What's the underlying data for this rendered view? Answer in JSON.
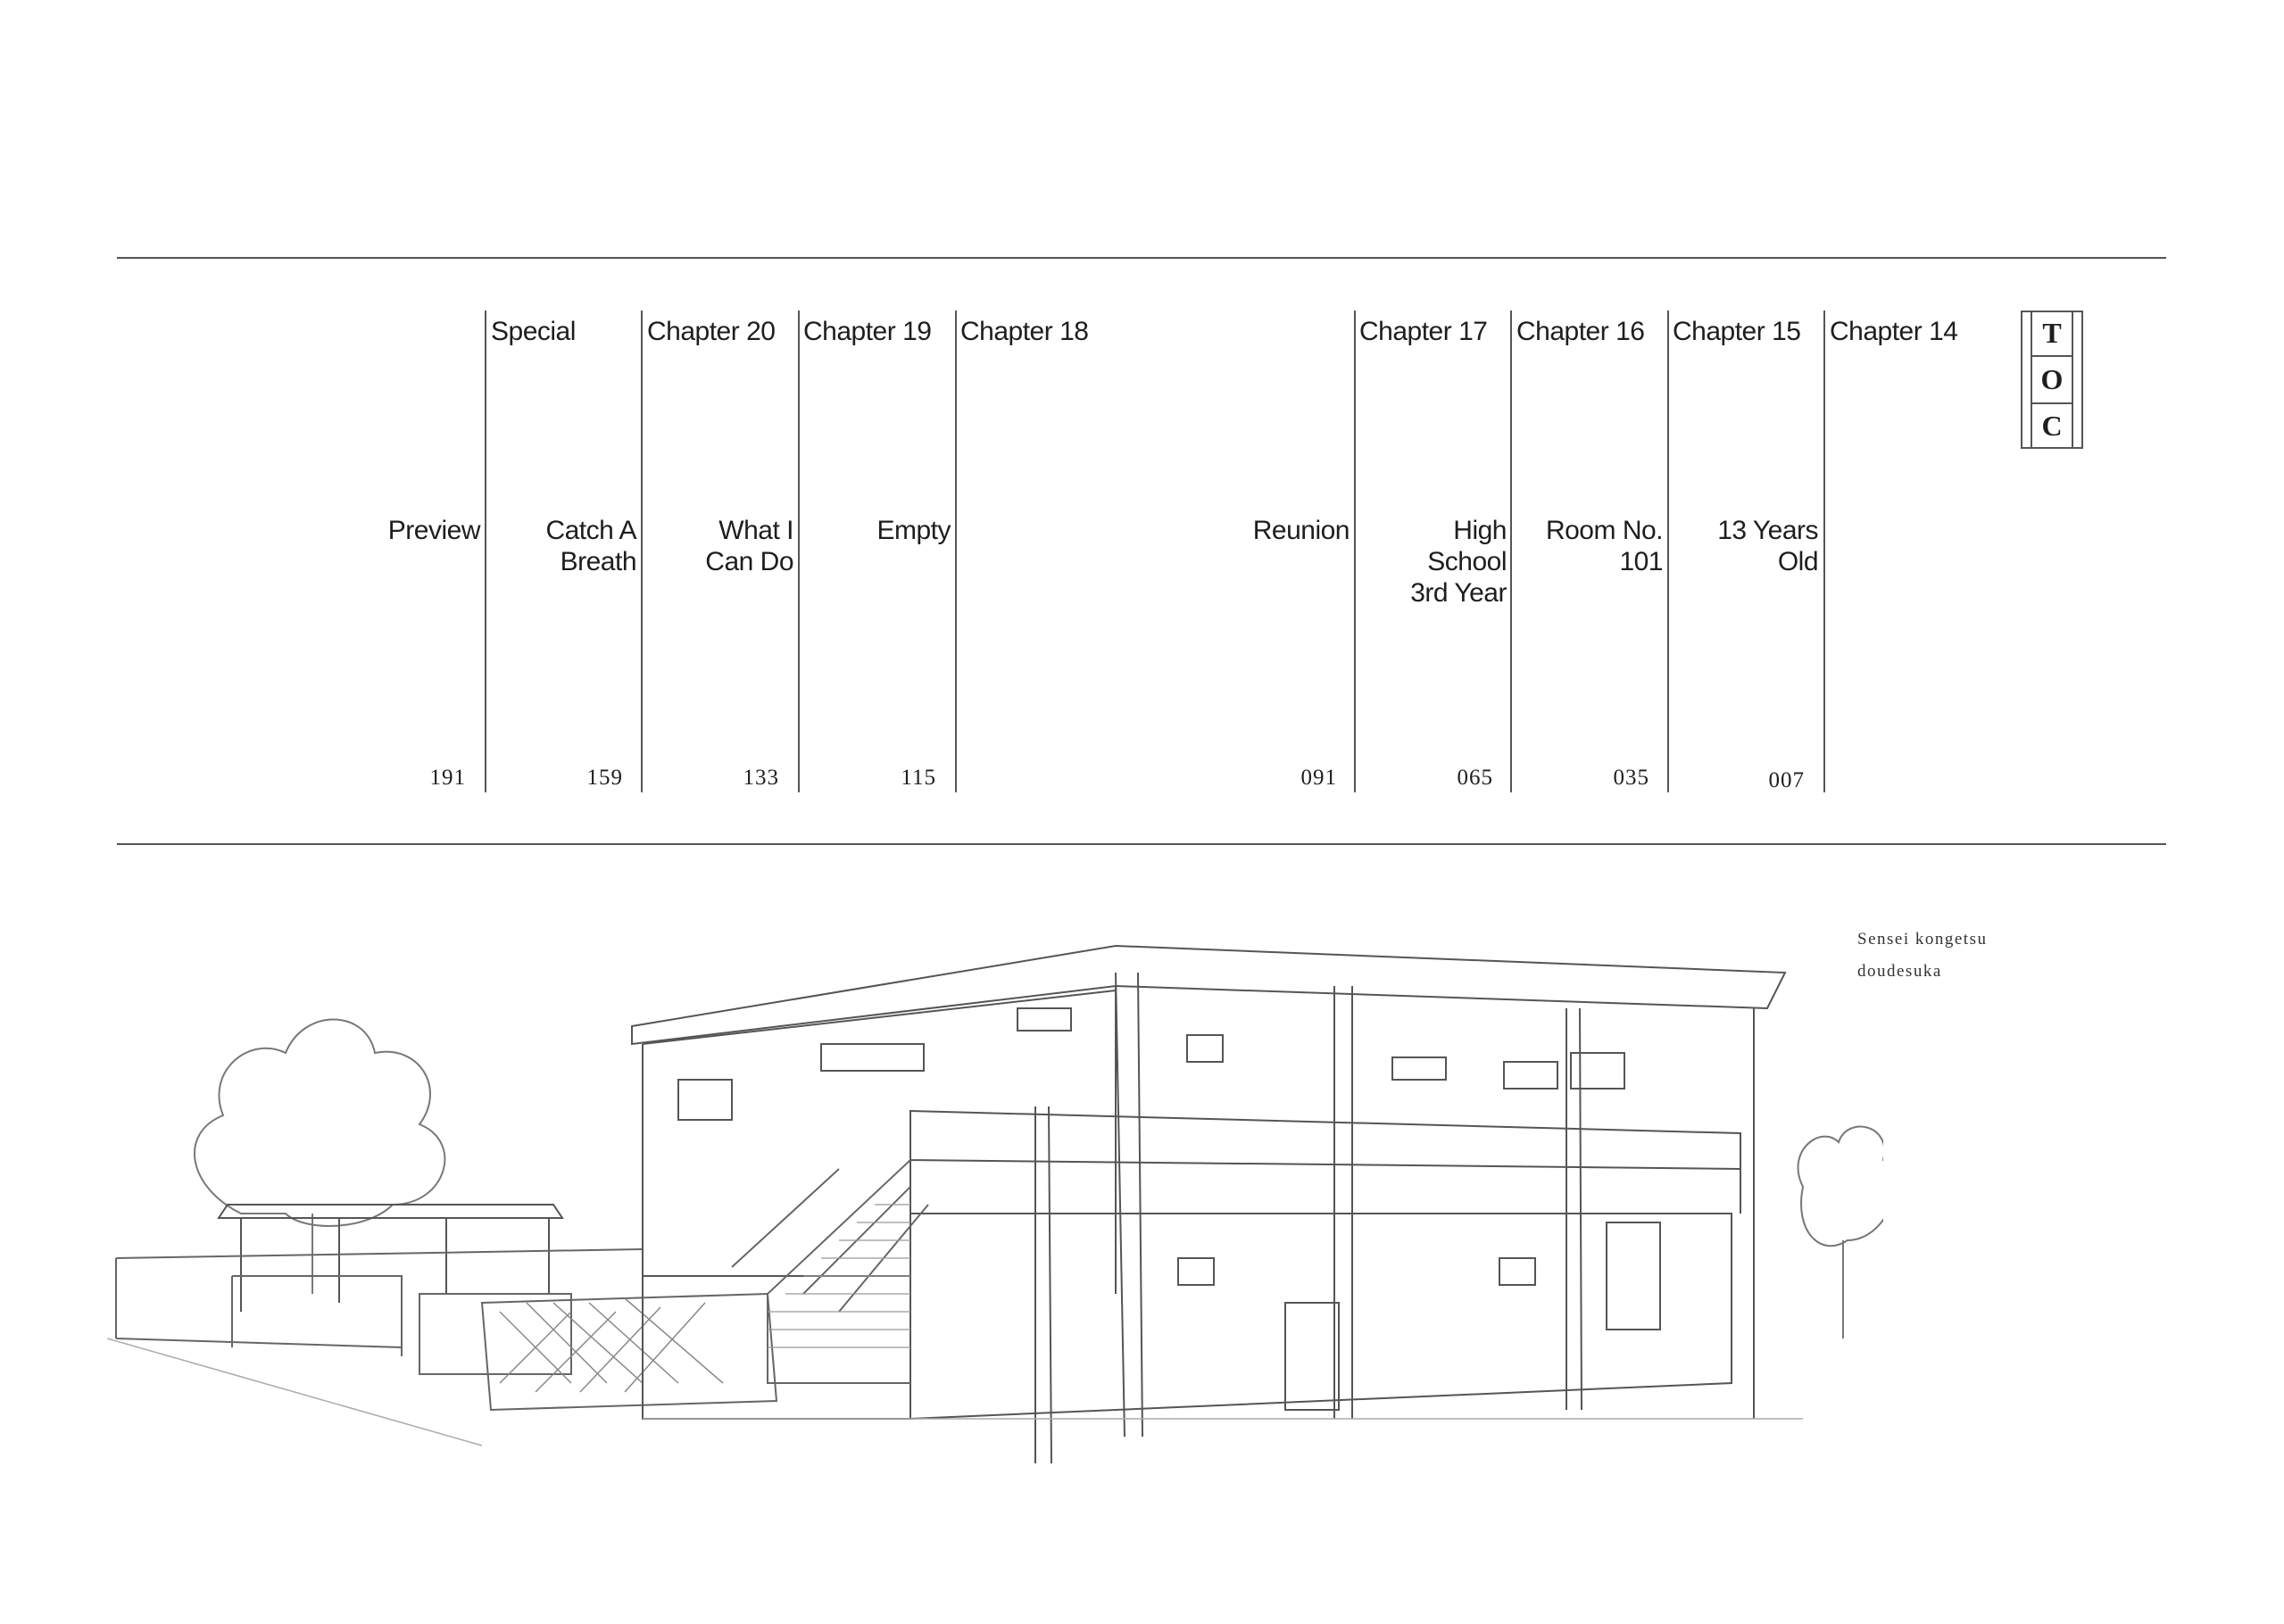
{
  "toc": {
    "badge_letters": [
      "T",
      "O",
      "C"
    ],
    "entries": [
      {
        "label": "",
        "title": "Preview",
        "page": "191"
      },
      {
        "label": "Special",
        "title": "Catch A\nBreath",
        "page": "159"
      },
      {
        "label": "Chapter 20",
        "title": "What I\nCan Do",
        "page": "133"
      },
      {
        "label": "Chapter 19",
        "title": "Empty",
        "page": "115"
      },
      {
        "label": "Chapter 18",
        "title": "",
        "page": ""
      },
      {
        "label": "",
        "title": "Reunion",
        "page": "091"
      },
      {
        "label": "Chapter 17",
        "title": "High\nSchool\n3rd Year",
        "page": "065"
      },
      {
        "label": "Chapter 16",
        "title": "Room No.\n101",
        "page": "035"
      },
      {
        "label": "Chapter 15",
        "title": "13 Years\nOld",
        "page": "007"
      },
      {
        "label": "Chapter 14",
        "title": "",
        "page": ""
      }
    ]
  },
  "series_title": {
    "line1": "Sensei kongetsu",
    "line2": "doudesuka"
  }
}
